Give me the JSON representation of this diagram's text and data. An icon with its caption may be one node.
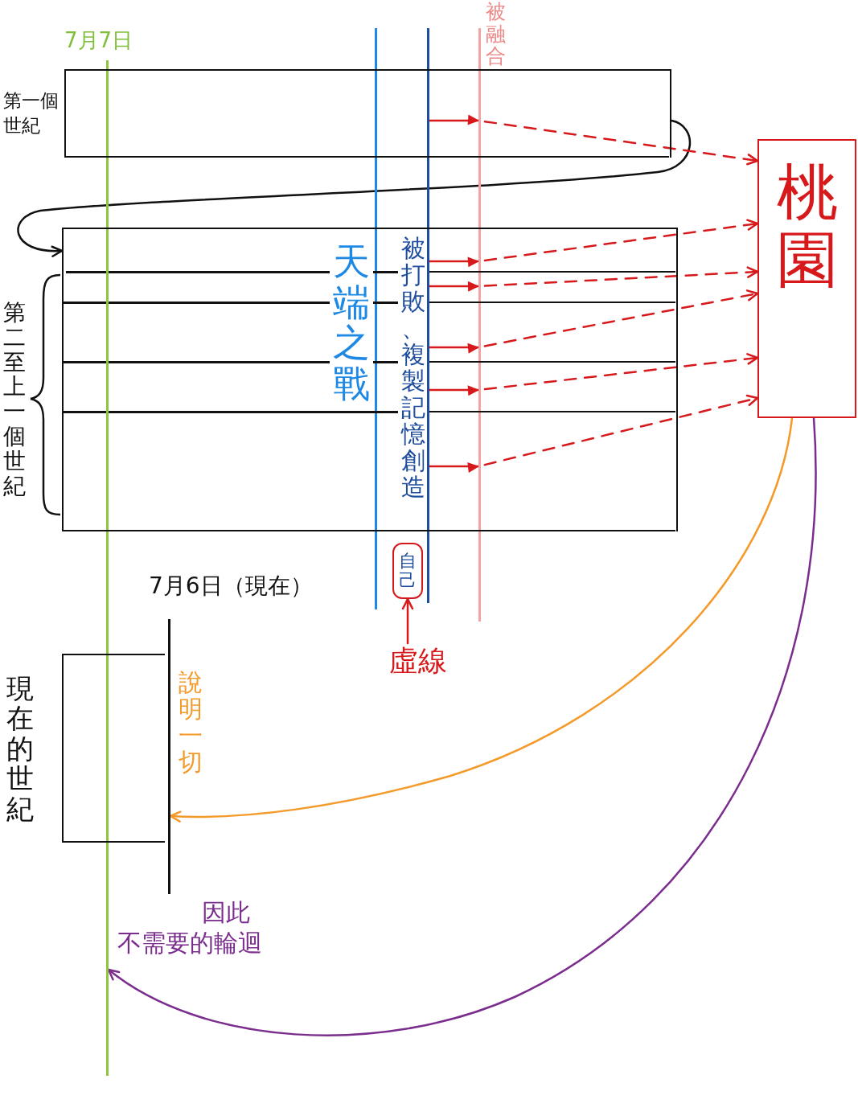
{
  "diagram": {
    "nodes": [
      {
        "text": [],
        "shape": "line",
        "beside": [
          "7月7日"
        ]
      },
      {
        "text": [],
        "shape": "box",
        "beside": [
          "第一個世紀"
        ]
      },
      {
        "text": [],
        "shape": "box",
        "in": 1
      },
      {
        "text": [
          "桃園"
        ]
      },
      {
        "text": [],
        "shape": "box",
        "beside": [
          "第二至上一個世紀"
        ]
      },
      {
        "text": [],
        "shape": "box",
        "in": 4
      },
      {
        "text": [],
        "shape": "box",
        "in": 4
      },
      {
        "text": [],
        "shape": "box",
        "in": 4
      },
      {
        "text": [],
        "shape": "box",
        "in": 4
      },
      {
        "text": [],
        "shape": "box",
        "in": 4
      },
      {
        "text": [
          "自己"
        ]
      },
      {
        "text": [
          "虛線"
        ]
      },
      {
        "text": [],
        "shape": "line",
        "beside": [
          "7月6日（現在）"
        ]
      },
      {
        "text": [],
        "shape": "box",
        "beside": [
          "現在的世紀"
        ]
      }
    ],
    "edges": [
      {
        "from": 1,
        "to": 4,
        "arrow": "to",
        "color": "#111111"
      },
      {
        "from": 2,
        "to": 3,
        "arrow": "to",
        "style": "dashed"
      },
      {
        "from": 5,
        "to": 3,
        "arrow": "to",
        "style": "dashed"
      },
      {
        "from": 6,
        "to": 3,
        "arrow": "to",
        "style": "dashed"
      },
      {
        "from": 7,
        "to": 3,
        "arrow": "to",
        "style": "dashed"
      },
      {
        "from": 8,
        "to": 3,
        "arrow": "to",
        "style": "dashed"
      },
      {
        "from": 9,
        "to": 3,
        "arrow": "to",
        "style": "dashed"
      },
      {
        "from": 11,
        "to": 10,
        "arrow": "to",
        "color": "#d7191c"
      },
      {
        "from": 3,
        "to": 12,
        "arrow": "to",
        "label": "說明一切",
        "color": "#f39a2b"
      },
      {
        "from": 3,
        "to": 0,
        "arrow": "to",
        "label": "因此不需要的輪迴",
        "color": "#7b2d8e"
      }
    ],
    "labels": [
      "天端之戰",
      "被打敗、複製記憶創造",
      "被融合"
    ]
  }
}
